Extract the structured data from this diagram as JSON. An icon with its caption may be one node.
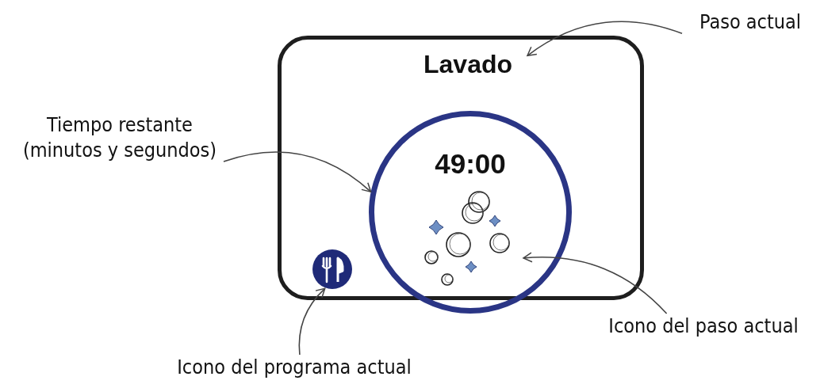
{
  "diagram": {
    "nodes": [
      {
        "text": [],
        "shape": "box"
      },
      {
        "text": [
          "Lavado"
        ],
        "in": 0
      },
      {
        "text": [
          "49:00"
        ],
        "in": 0
      },
      {
        "text": [],
        "shape": "picture",
        "in": 2
      },
      {
        "text": [],
        "shape": "circle",
        "in": 0
      },
      {
        "text": [
          "Paso actual"
        ]
      },
      {
        "text": [
          "Tiempo restante (minutos y segundos)"
        ]
      },
      {
        "text": [
          "Icono del paso actual"
        ]
      },
      {
        "text": [
          "Icono del programa actual"
        ]
      }
    ],
    "edges": [
      {
        "from": 5,
        "to": 1,
        "arrow": "to"
      },
      {
        "from": 6,
        "to": 2,
        "arrow": "to"
      },
      {
        "from": 7,
        "to": 3,
        "arrow": "to"
      },
      {
        "from": 8,
        "to": 4,
        "arrow": "to"
      }
    ]
  }
}
